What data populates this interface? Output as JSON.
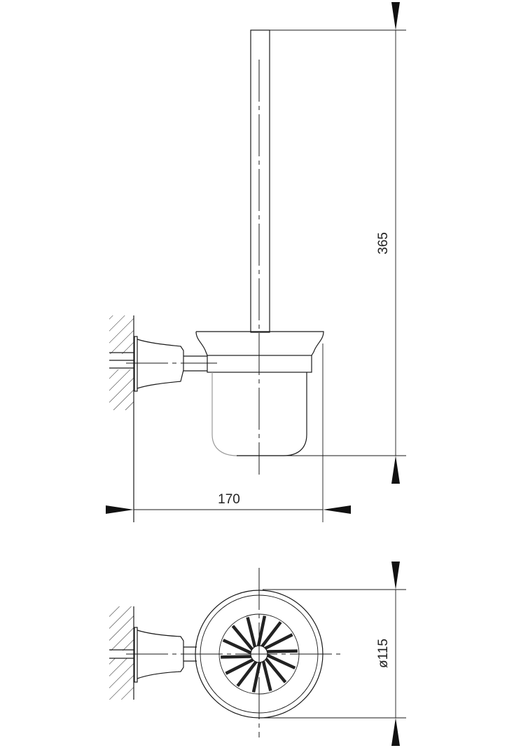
{
  "drawing": {
    "dimensions": {
      "height": "365",
      "width": "170",
      "diameter": "ø115"
    }
  }
}
